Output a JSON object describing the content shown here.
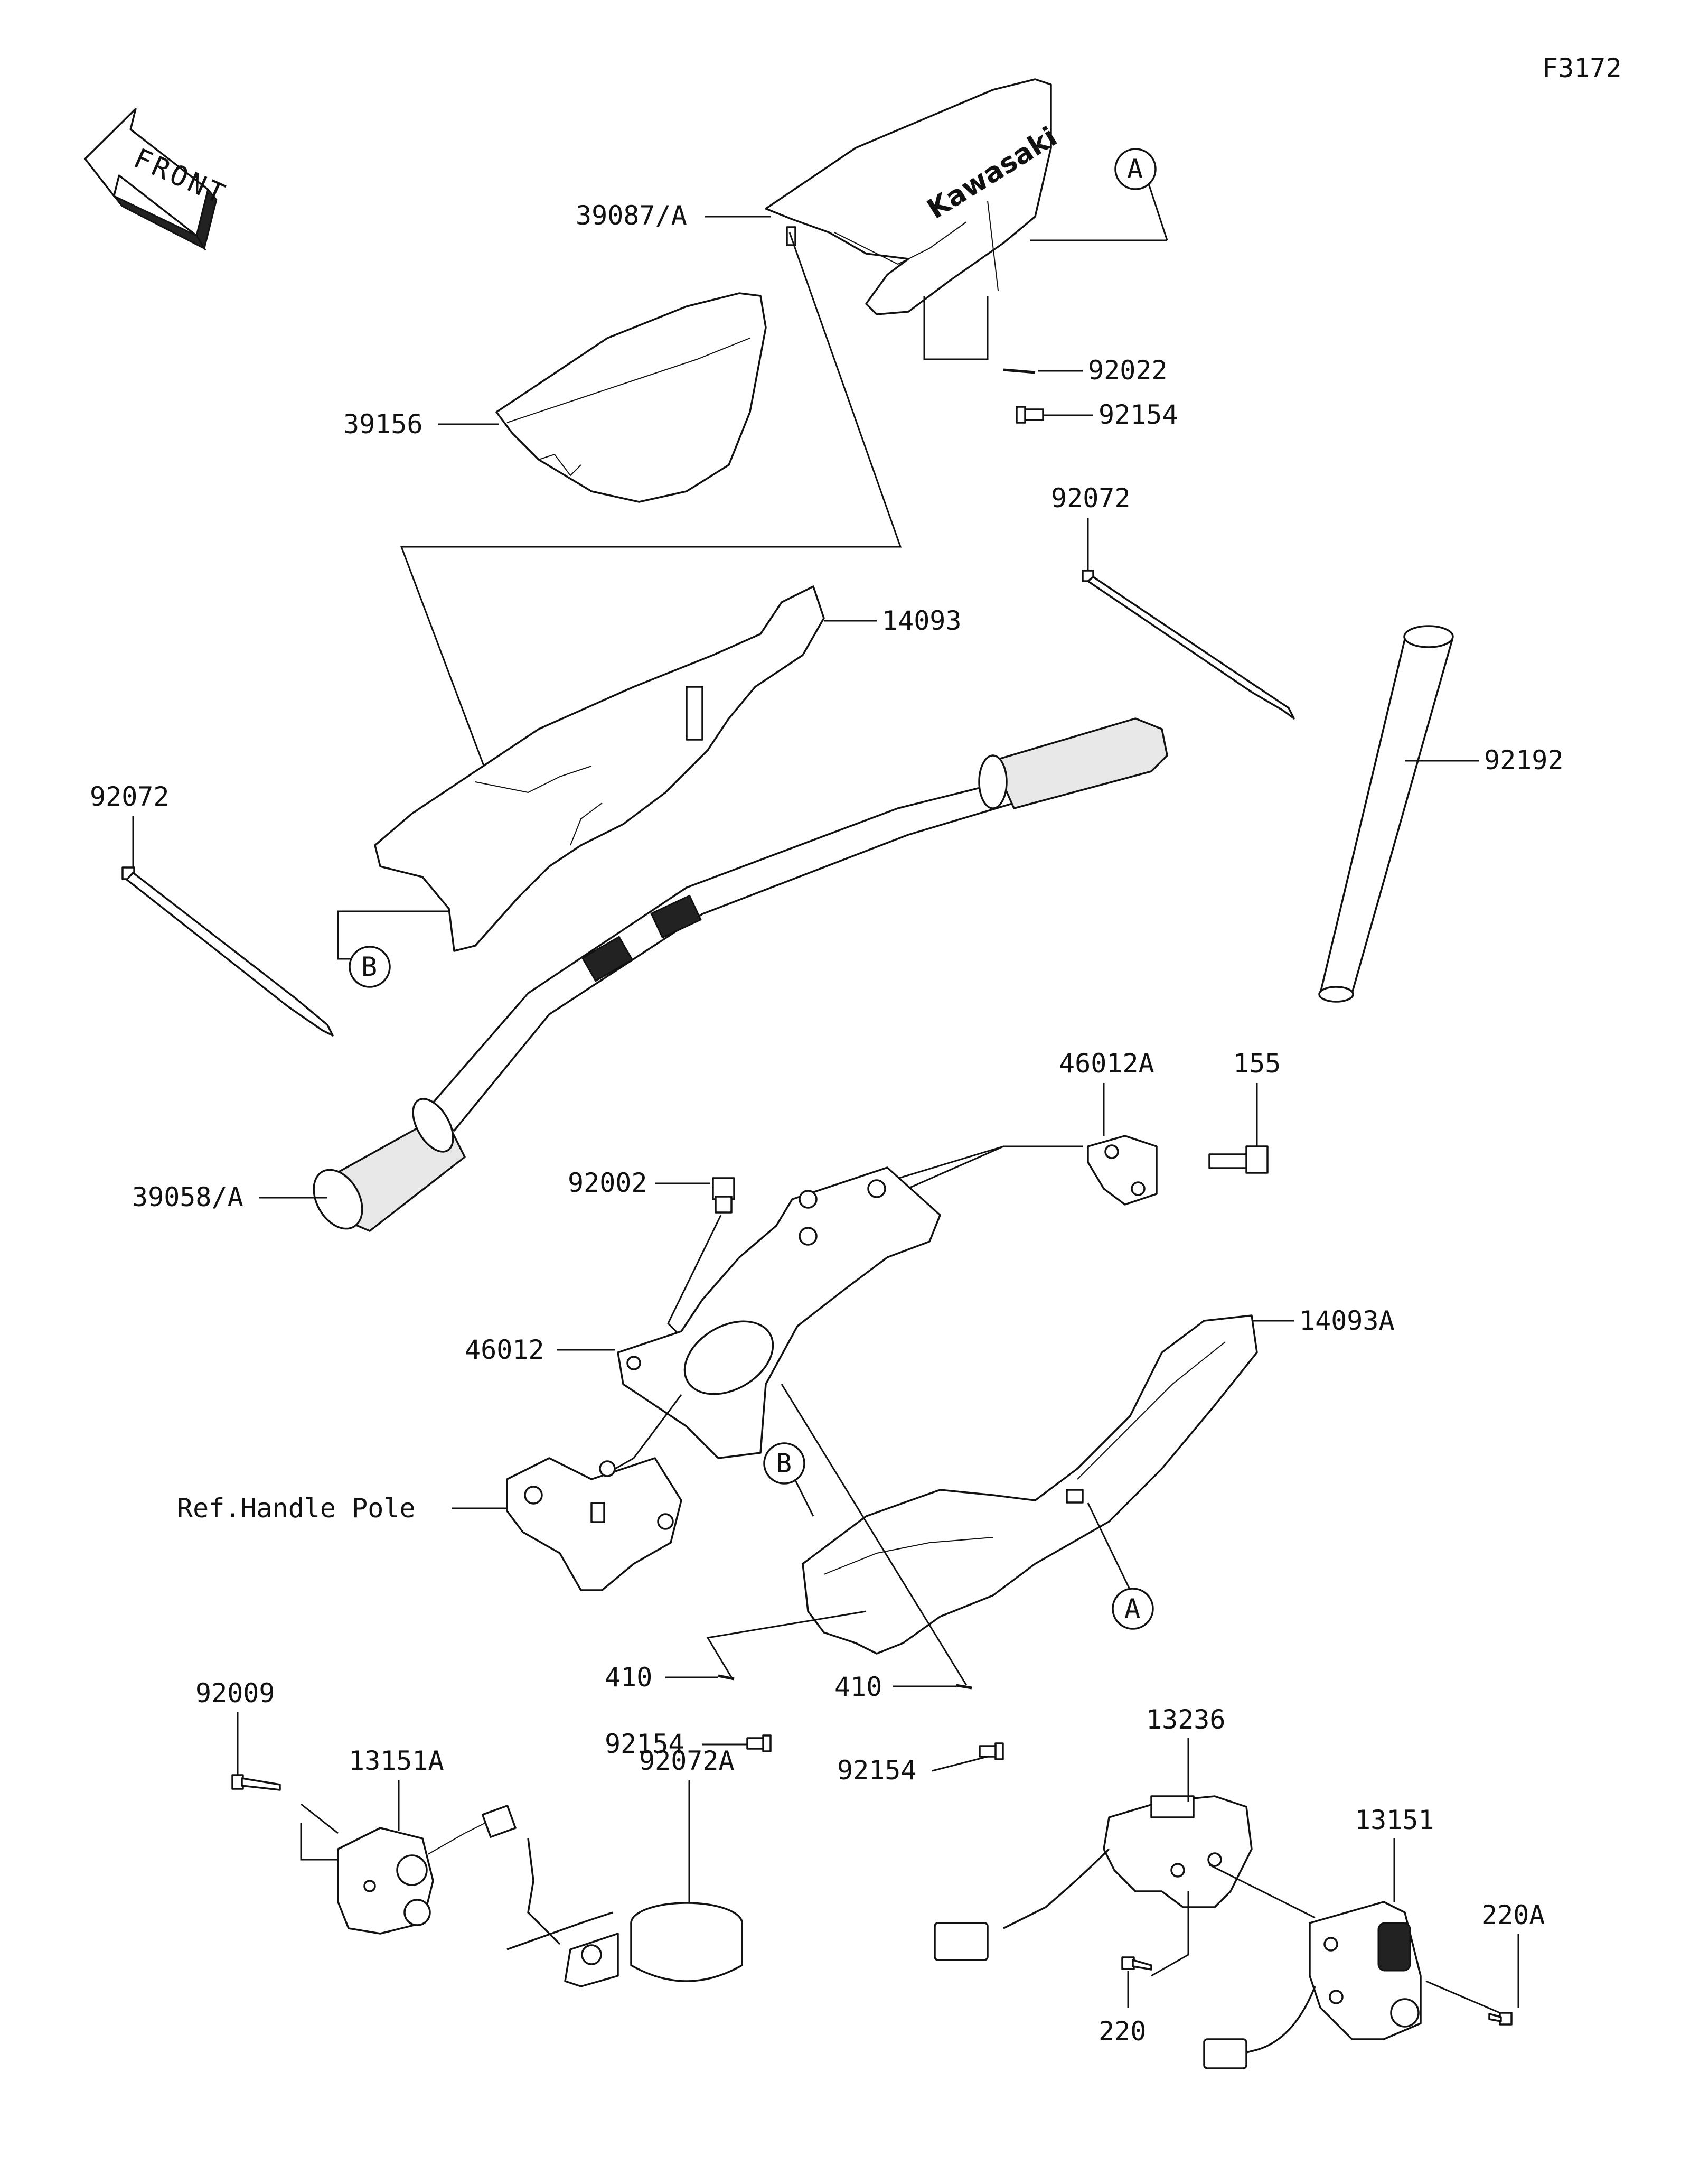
{
  "figure_code": "F3172",
  "front_label": "FRONT",
  "brand_text": "Kawasaki",
  "callouts": {
    "ref_A": "A",
    "ref_B": "B"
  },
  "parts": {
    "p39087A": "39087/A",
    "p92022": "92022",
    "p92154_top": "92154",
    "p39156": "39156",
    "p92072_right": "92072",
    "p14093": "14093",
    "p92192": "92192",
    "p92072_left": "92072",
    "p46012A": "46012A",
    "p155": "155",
    "p92002": "92002",
    "p39058A": "39058/A",
    "p46012": "46012",
    "p14093A": "14093A",
    "ref_handle_pole": "Ref.Handle Pole",
    "p410_left": "410",
    "p410_right": "410",
    "p92154_left": "92154",
    "p92154_right": "92154",
    "p92009": "92009",
    "p13151A": "13151A",
    "p92072A": "92072A",
    "p13236": "13236",
    "p13151": "13151",
    "p220A": "220A",
    "p220": "220"
  }
}
